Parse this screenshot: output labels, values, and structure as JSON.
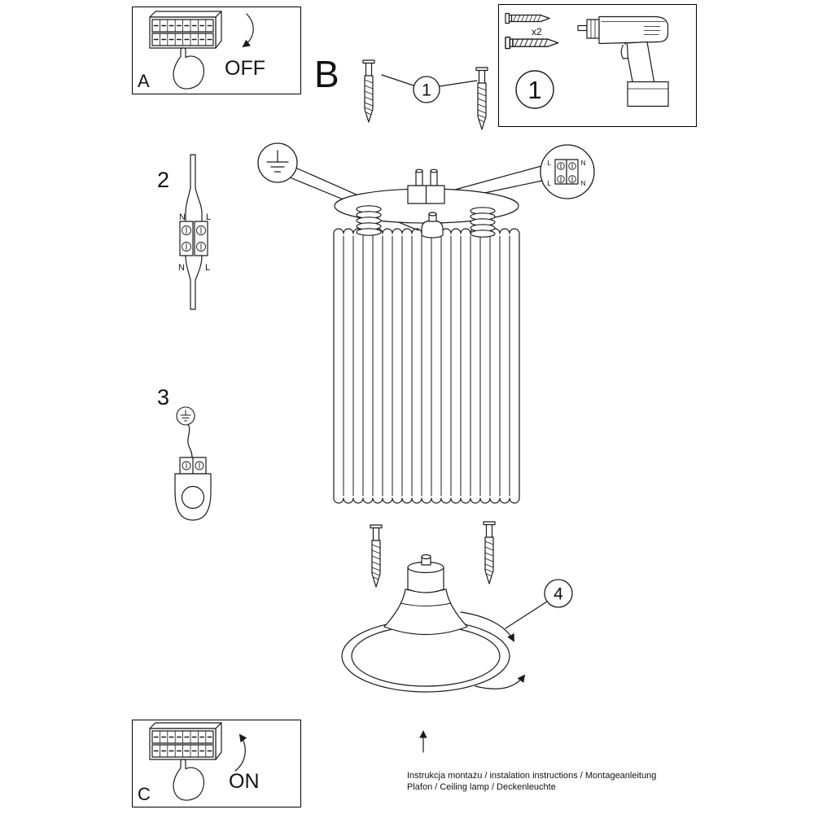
{
  "labels": {
    "box_a": "A",
    "box_c": "C",
    "section_b": "B",
    "off": "OFF",
    "on": "ON"
  },
  "steps": {
    "step1": "1",
    "step2": "2",
    "step3": "3",
    "step4": "4",
    "screws_callout": "1"
  },
  "tools": {
    "anchor_qty": "x2"
  },
  "wiring": {
    "top_left": "N",
    "top_right": "L",
    "bottom_left": "N",
    "bottom_right": "L"
  },
  "terminal": {
    "top_left": "L",
    "top_right": "N",
    "bottom_left": "L",
    "bottom_right": "N"
  },
  "footer": {
    "line1": "Instrukcja montażu / instalation instructions / Montageanleitung",
    "line2": "Plafon / Ceiling lamp / Deckenleuchte"
  },
  "colors": {
    "line": "#1a1a1a",
    "background": "#ffffff"
  }
}
